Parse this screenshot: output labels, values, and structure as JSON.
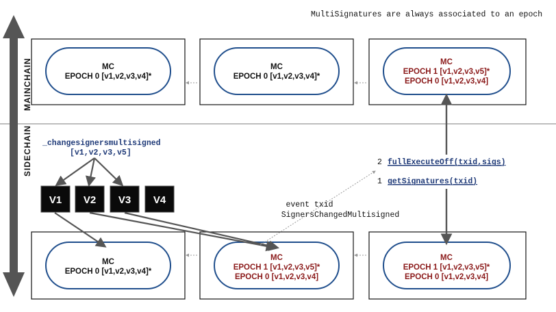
{
  "header_note": "MultiSignatures are always associated to an epoch",
  "axis": {
    "top_label": "MAINCHAIN",
    "bottom_label": "SIDECHAIN"
  },
  "mainchain": [
    {
      "title": "MC",
      "lines": [
        "EPOCH 0  [v1,v2,v3,v4]*"
      ],
      "highlight": false
    },
    {
      "title": "MC",
      "lines": [
        "EPOCH 0  [v1,v2,v3,v4]*"
      ],
      "highlight": false
    },
    {
      "title": "MC",
      "lines": [
        "EPOCH 1  [v1,v2,v3,v5]*",
        "EPOCH 0  [v1,v2,v3,v4]"
      ],
      "highlight": true
    }
  ],
  "sidechain": [
    {
      "title": "MC",
      "lines": [
        "EPOCH 0  [v1,v2,v3,v4]*"
      ],
      "highlight": false
    },
    {
      "title": "MC",
      "lines": [
        "EPOCH 1  [v1,v2,v3,v5]*",
        "EPOCH 0  [v1,v2,v3,v4]"
      ],
      "highlight": true
    },
    {
      "title": "MC",
      "lines": [
        "EPOCH 1  [v1,v2,v3,v5]*",
        "EPOCH 0  [v1,v2,v3,v4]"
      ],
      "highlight": true
    }
  ],
  "change_call": {
    "name": "_changesignersmultisigned",
    "args": "[v1,v2,v3,v5]"
  },
  "validators": [
    "V1",
    "V2",
    "V3",
    "V4"
  ],
  "event_label": {
    "line1": "event txid",
    "line2": "SignersChangedMultisigned"
  },
  "steps": [
    {
      "num": "2",
      "call": "fullExecuteOff(txid,sigs)"
    },
    {
      "num": "1",
      "call": "getSignatures(txid)"
    }
  ],
  "colors": {
    "node_border": "#1f4e8c",
    "highlight_text": "#8b1a1a",
    "call_text": "#1f3a78",
    "arrow": "#555555"
  }
}
